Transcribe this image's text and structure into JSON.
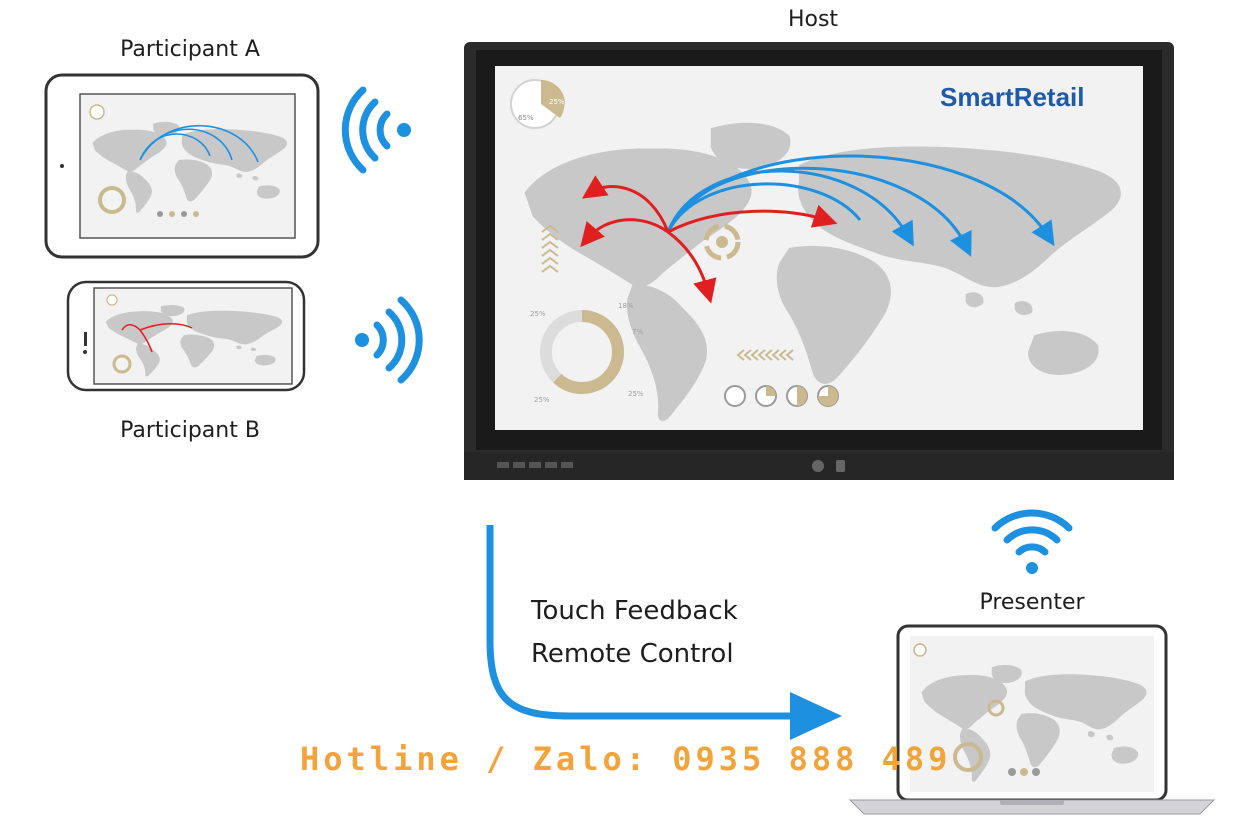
{
  "labels": {
    "host": "Host",
    "participant_a": "Participant A",
    "participant_b": "Participant B",
    "presenter": "Presenter",
    "flow_line1": "Touch Feedback",
    "flow_line2": "Remote Control",
    "hotline": "Hotline / Zalo: 0935 888 489"
  },
  "brand": {
    "name": "SmartRetail",
    "color": "#1f5aa6"
  },
  "screen_text": {
    "pie_big": "25%",
    "pie_small": "65%",
    "donut_labels": [
      "25%",
      "18%",
      "7%",
      "25%",
      "25%"
    ]
  },
  "colors": {
    "accent_blue": "#1e90e0",
    "arrow_red": "#e02020",
    "map_gray": "#c8c8c8",
    "gold": "#cbb98f",
    "bezel": "#2b2b2b"
  },
  "icons": [
    "wifi-signal-left-icon",
    "wifi-signal-right-icon",
    "wifi-icon",
    "flow-arrow-icon"
  ]
}
